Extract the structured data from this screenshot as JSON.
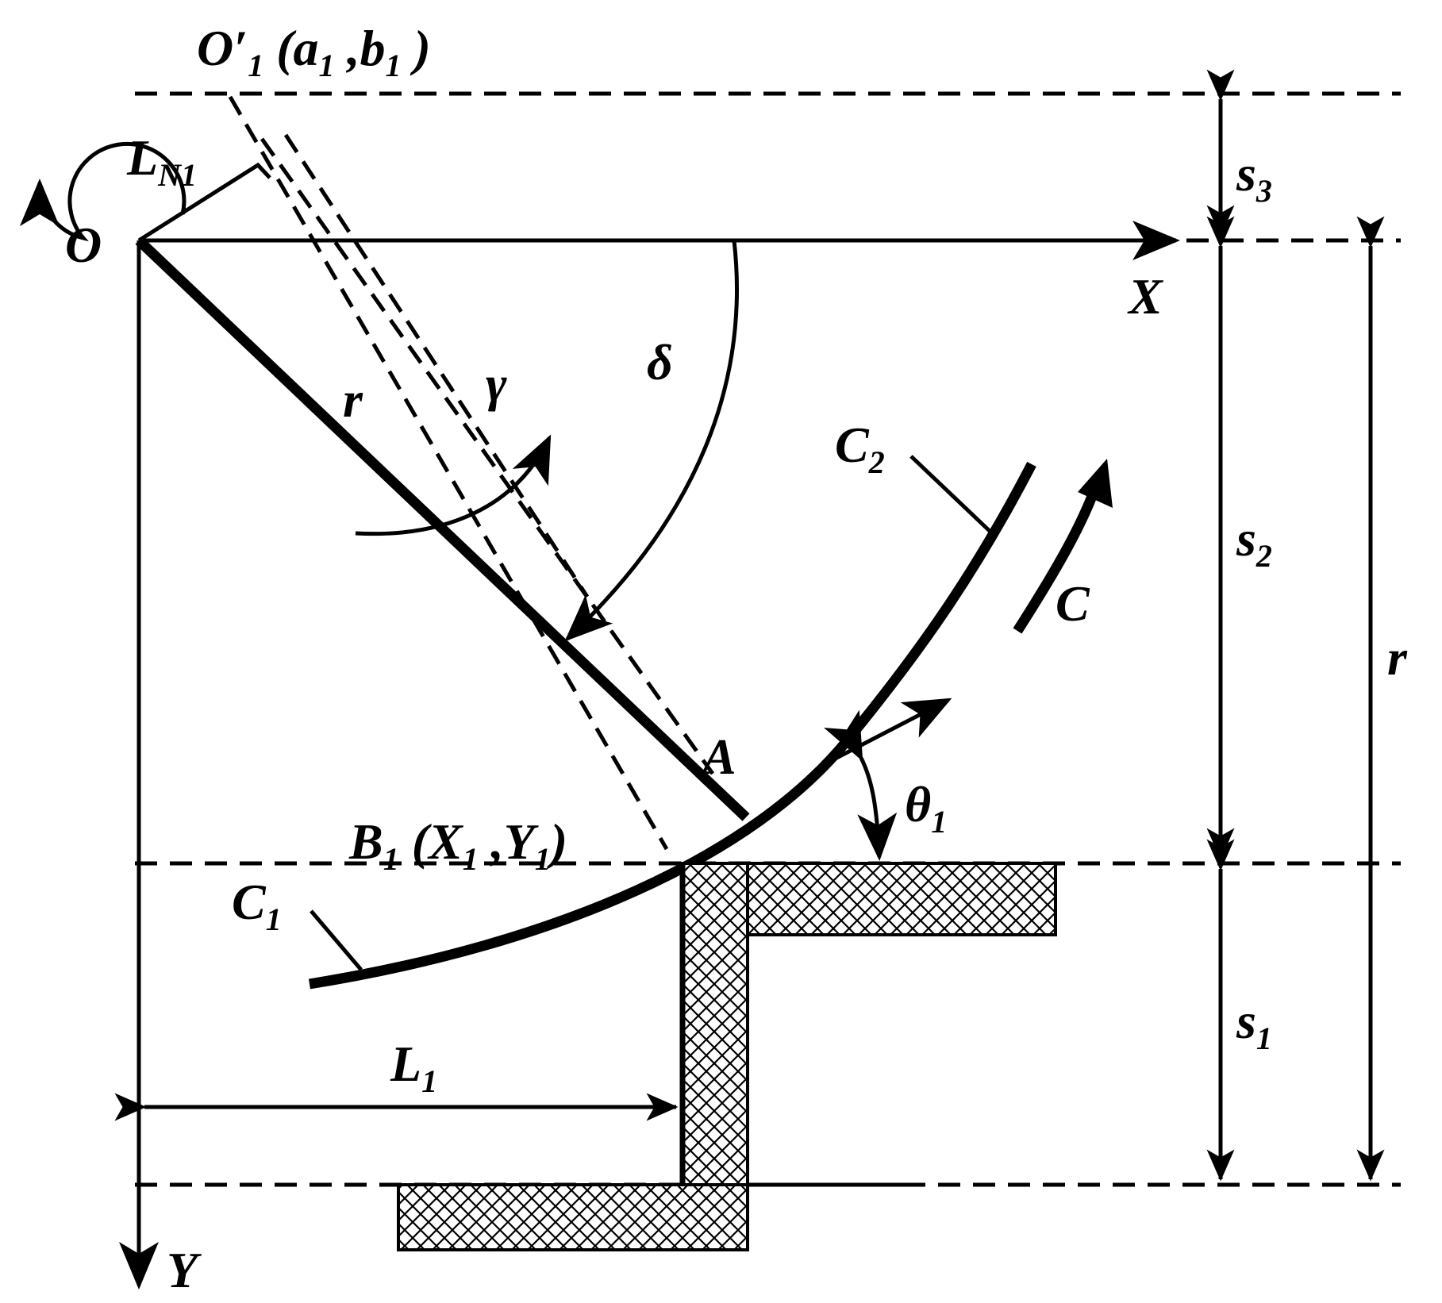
{
  "labels": {
    "o_prime_main": "O′",
    "o_prime_sub": "1",
    "o_prime_coords_open": " (a",
    "o_prime_a_sub": "1",
    "o_prime_coords_mid": " ,b",
    "o_prime_b_sub": "1",
    "o_prime_coords_close": " )",
    "ln1_main": "L",
    "ln1_sub": "N1",
    "origin": "O",
    "x_axis": "X",
    "y_axis": "Y",
    "r_arm": "r",
    "gamma": "γ",
    "delta": "δ",
    "c2_main": "C",
    "c2_sub": "2",
    "c_motion": "C",
    "point_a": "A",
    "theta_main": "θ",
    "theta_sub": "1",
    "b1_main": "B",
    "b1_sub": "1",
    "b1_coords_open": " (X",
    "b1_x_sub": "1",
    "b1_coords_mid": " ,Y",
    "b1_y_sub": "1",
    "b1_coords_close": ")",
    "c1_main": "C",
    "c1_sub": "1",
    "l1_main": "L",
    "l1_sub": "1",
    "s3_main": "s",
    "s3_sub": "3",
    "s2_main": "s",
    "s2_sub": "2",
    "s1_main": "s",
    "s1_sub": "1",
    "r_dim": "r"
  },
  "colors": {
    "stroke": "#000000",
    "background": "#ffffff"
  }
}
